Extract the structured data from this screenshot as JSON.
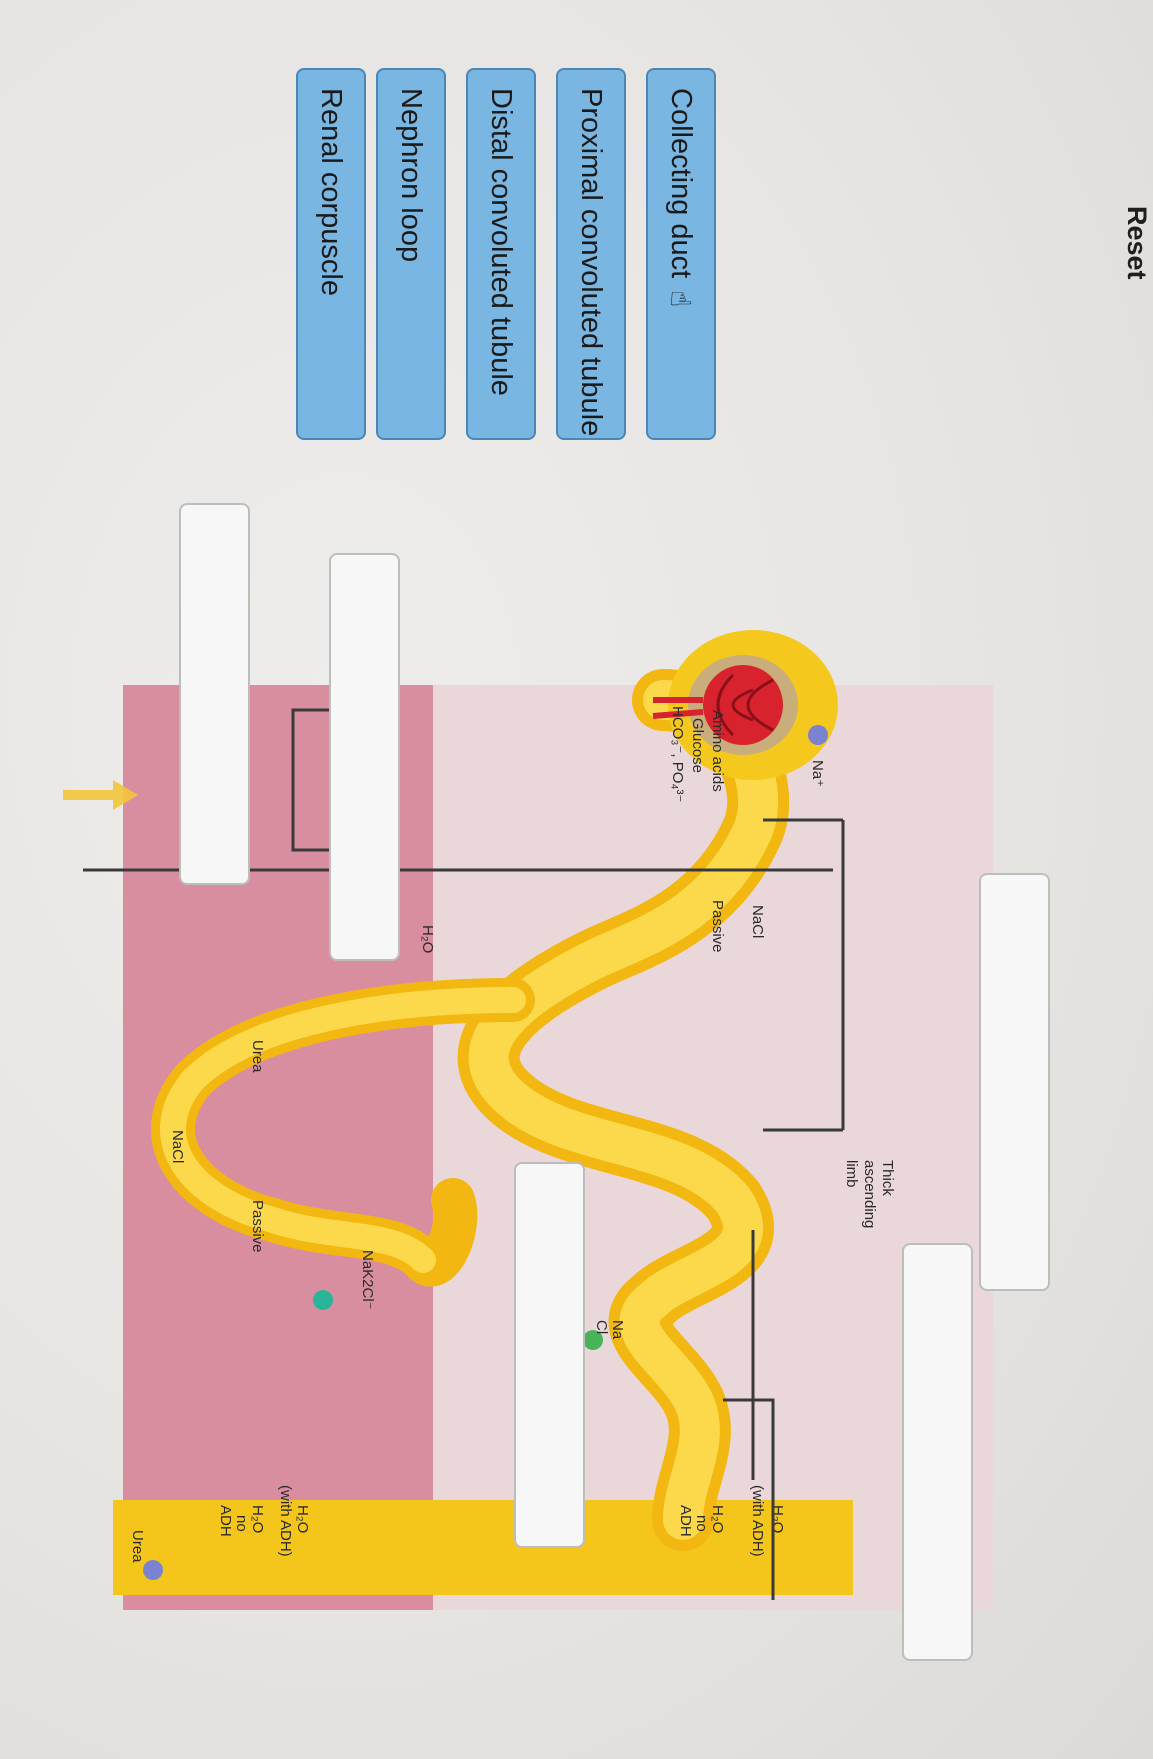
{
  "label_tiles": [
    {
      "label": "Collecting duct"
    },
    {
      "label": "Proximal convoluted tubule"
    },
    {
      "label": "Distal convoluted tubule"
    },
    {
      "label": "Nephron loop"
    },
    {
      "label": "Renal corpuscle"
    }
  ],
  "reset_label": "Reset",
  "diagram": {
    "thick_ascending_limb": [
      "Thick",
      "ascending",
      "limb"
    ],
    "na_plus": "Na⁺",
    "amino_acids": "Amino acids",
    "glucose": "Glucose",
    "hco3_po4": "HCO₃⁻, PO₄³⁻",
    "nacl": "NaCl",
    "passive": "Passive",
    "h2o": "H₂O",
    "urea": "Urea",
    "nak2cl": "NaK2Cl⁻",
    "with_adh": "(with ADH)",
    "no": "no",
    "adh": "ADH",
    "nacl_stack": [
      "Na",
      "Cl"
    ]
  },
  "colors": {
    "tile_fill": "#79b6e1",
    "tubule": "#f5c81e",
    "cortex": "#ead6da",
    "medulla": "#d88fa0",
    "glomerulus": "#d8232e"
  }
}
